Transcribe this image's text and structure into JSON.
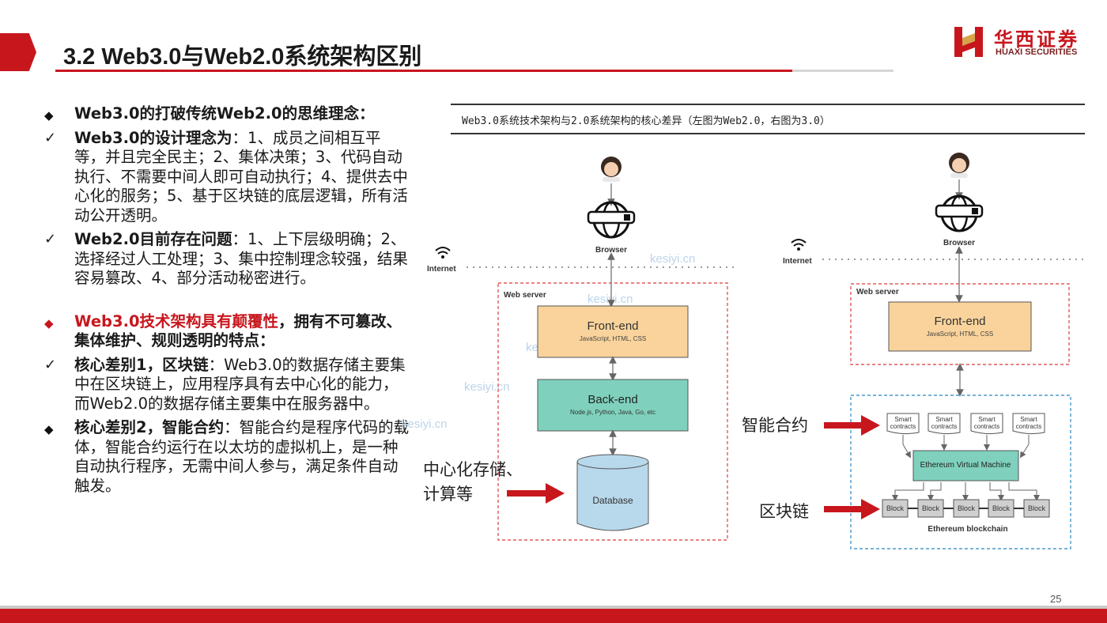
{
  "header": {
    "title": "3.2 Web3.0与Web2.0系统架构区别",
    "logo_cn": "华西证券",
    "logo_en": "HUAXI SECURITIES"
  },
  "bullets": {
    "b1": {
      "text": "Web3.0的打破传统Web2.0的思维理念："
    },
    "b2": {
      "bold": "Web3.0的设计理念为",
      "text": "：1、成员之间相互平等，并且完全民主；2、集体决策；3、代码自动执行、不需要中间人即可自动执行；4、提供去中心化的服务；5、基于区块链的底层逻辑，所有活动公开透明。"
    },
    "b3": {
      "bold": "Web2.0目前存在问题",
      "text": "：1、上下层级明确；2、选择经过人工处理；3、集中控制理念较强，结果容易篡改、4、部分活动秘密进行。"
    },
    "b4": {
      "red": "Web3.0技术架构具有颠覆性",
      "bold": "，拥有不可篡改、集体维护、规则透明的特点",
      "text": "："
    },
    "b5": {
      "bold": "核心差别1，区块链",
      "text": "：Web3.0的数据存储主要集中在区块链上，应用程序具有去中心化的能力，而Web2.0的数据存储主要集中在服务器中。"
    },
    "b6": {
      "bold": "核心差别2，智能合约",
      "text": "：智能合约是程序代码的载体，智能合约运行在以太坊的虚拟机上，是一种自动执行程序，无需中间人参与，满足条件自动触发。"
    }
  },
  "figure": {
    "caption": "Web3.0系统技术架构与2.0系统架构的核心差异（左图为Web2.0，右图为3.0）",
    "browser_label": "Browser",
    "internet_label": "Internet",
    "web_server_label": "Web server",
    "frontend_title": "Front-end",
    "frontend_sub": "JavaScript, HTML, CSS",
    "backend_title": "Back-end",
    "backend_sub": "Node.js, Python, Java, Go, etc",
    "database_label": "Database",
    "smart_contract_l1": "Smart",
    "smart_contract_l2": "contracts",
    "evm_label": "Ethereum Virtual Machine",
    "block_label": "Block",
    "blockchain_label": "Ethereum blockchain",
    "annot_smart": "智能合约",
    "annot_central_1": "中心化存储、",
    "annot_central_2": "计算等",
    "annot_chain": "区块链",
    "watermark": "kesiyi.cn"
  },
  "footer": {
    "page_number": "25"
  },
  "colors": {
    "accent_red": "#c8161d",
    "frontend_fill": "#f9d39b",
    "backend_fill": "#7fd1bd",
    "database_fill": "#b8d8ec"
  }
}
